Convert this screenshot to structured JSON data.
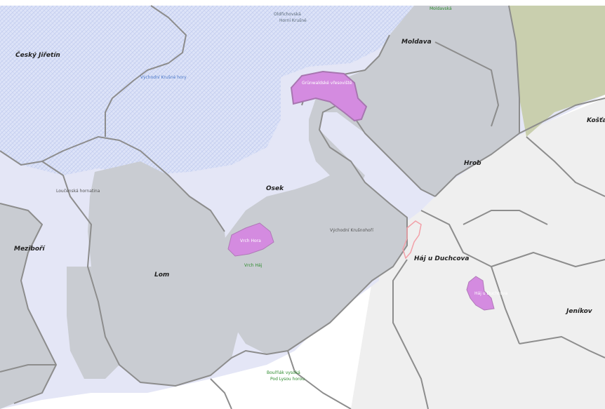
{
  "map": {
    "colors": {
      "background": "#ffffff",
      "lavender": "#e4e6f6",
      "hatched_blue": "#dde3f8",
      "grey_landscape": "#c9ccd2",
      "olive": "#c9cfae",
      "light_grey": "#efefef",
      "protected_magenta": "#d48be0",
      "border_grey": "#8d8d8d"
    },
    "towns": [
      "Český Jiřetín",
      "Moldava",
      "Osek",
      "Hrob",
      "Meziboří",
      "Lom",
      "Háj u Duchcova",
      "Jeníkov",
      "Košťany"
    ],
    "regions": [
      "Loučenská hornatina",
      "Východní Krušné hory",
      "Východní Krušnohoří"
    ],
    "top_labels": [
      "Oldřichovská",
      "Horní Krušné",
      "Moldavská"
    ],
    "protected_areas": [
      "Grünwaldské vřesoviště",
      "Vrch Hora"
    ],
    "other_labels": [
      "Vrch Háj",
      "Háj u Duchcova",
      "Bouřňák vysoká",
      "Pod Lysou horou"
    ]
  }
}
